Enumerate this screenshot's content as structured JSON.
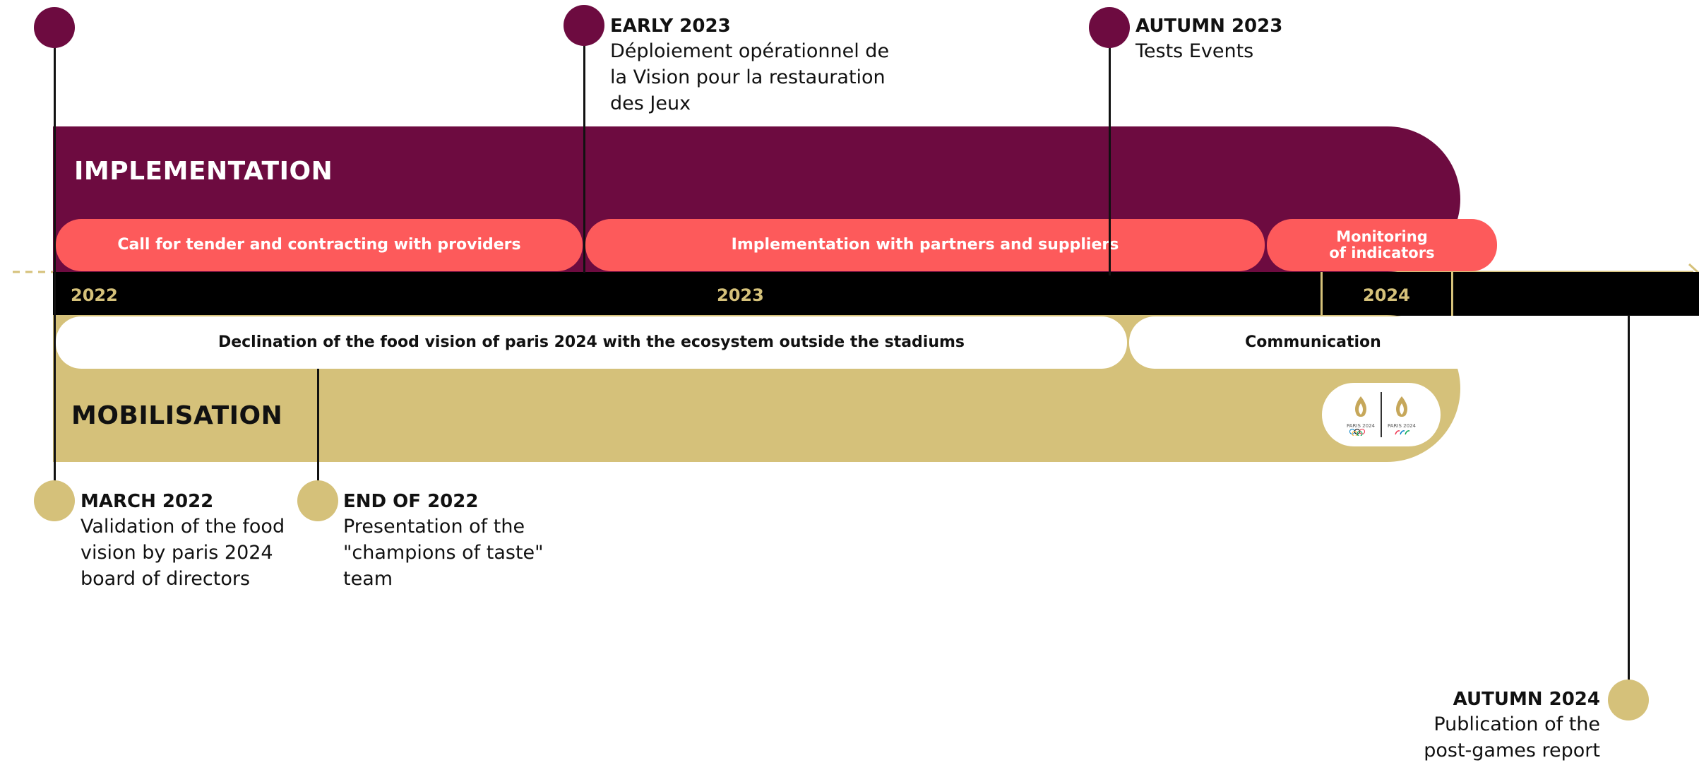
{
  "colors": {
    "implementation": "#6d0b40",
    "implementation_pill": "#fd5a5b",
    "mobilisation": "#d5c17a",
    "timeline": "#000000",
    "year_text": "#d5c17a",
    "text": "#111111"
  },
  "implementation": {
    "title": "IMPLEMENTATION",
    "pills": [
      "Call for tender and contracting with providers",
      "Implementation with partners and suppliers",
      "Monitoring\nof indicators"
    ]
  },
  "mobilisation": {
    "title": "MOBILISATION",
    "pills": [
      "Declination of the food vision of paris 2024 with the ecosystem outside the stadiums",
      "Communication"
    ]
  },
  "timeline": {
    "years": [
      "2022",
      "2023",
      "2024"
    ]
  },
  "milestones": [
    {
      "title": "MARCH 2022",
      "lines": [
        "Validation of the food",
        "vision by paris 2024",
        "board of directors"
      ]
    },
    {
      "title": "END OF 2022",
      "lines": [
        "Presentation of the",
        "\"champions of taste\"",
        "team"
      ]
    },
    {
      "title": "EARLY 2023",
      "lines": [
        "Déploiement opérationnel de",
        "la Vision pour la restauration",
        "des Jeux"
      ]
    },
    {
      "title": "AUTUMN 2023",
      "lines": [
        "Tests Events"
      ]
    },
    {
      "title": "AUTUMN 2024",
      "lines": [
        "Publication of the",
        "post-games report"
      ]
    }
  ],
  "logo": {
    "left_text": "PARIS 2024",
    "right_text": "PARIS 2024",
    "left_icon": "olympic-rings-icon",
    "right_icon": "paralympic-agitos-icon"
  }
}
